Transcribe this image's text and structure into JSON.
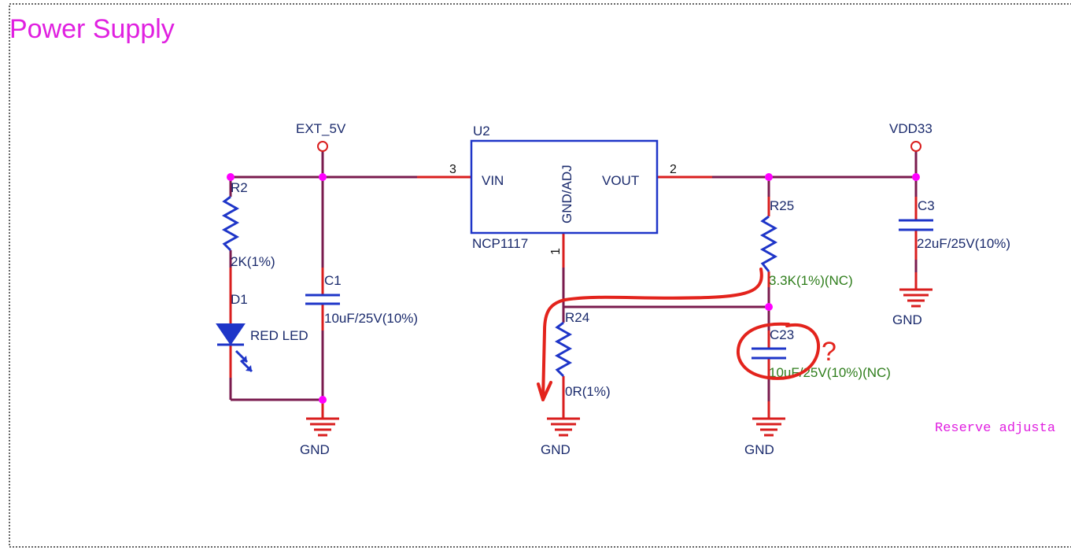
{
  "title": "Power Supply",
  "note": "Reserve adjusta",
  "nets": {
    "ext5v": "EXT_5V",
    "vdd33": "VDD33",
    "gnd": "GND"
  },
  "regulator": {
    "ref": "U2",
    "part": "NCP1117",
    "pin_vin": "VIN",
    "pin_vout": "VOUT",
    "pin_adj": "GND/ADJ",
    "pin_num_vin": "3",
    "pin_num_vout": "2",
    "pin_num_adj": "1"
  },
  "components": {
    "r2": {
      "ref": "R2",
      "value": "2K(1%)"
    },
    "c1": {
      "ref": "C1",
      "value": "10uF/25V(10%)"
    },
    "d1": {
      "ref": "D1",
      "value": "RED LED"
    },
    "r24": {
      "ref": "R24",
      "value": "0R(1%)"
    },
    "r25": {
      "ref": "R25",
      "value": "3.3K(1%)(NC)"
    },
    "c23": {
      "ref": "C23",
      "value": "10uF/25V(10%)(NC)"
    },
    "c3": {
      "ref": "C3",
      "value": "22uF/25V(10%)"
    }
  },
  "annotation": {
    "question": "?"
  },
  "colors": {
    "wire": "#7a1b4e",
    "pin_wire": "#d91e1e",
    "component": "#1e35c8",
    "junction": "#ff00ff",
    "title": "#e020e0",
    "nc_value": "#2e7d1b",
    "markup": "#e3231c"
  }
}
